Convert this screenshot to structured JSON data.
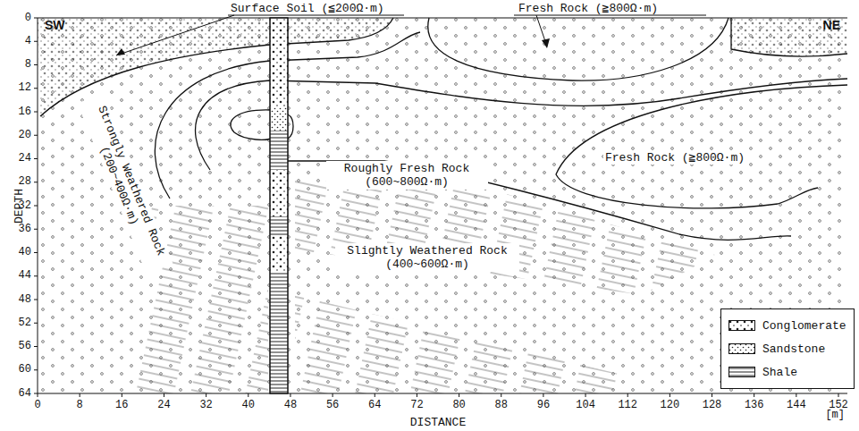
{
  "diagram": {
    "labels": [
      "SW",
      "NE",
      "Surface Soil (≦200Ω·m)",
      "Fresh Rock (≧800Ω·m)",
      "Roughly Fresh Rock (600~800Ω·m)",
      "Fresh Rock (≧800Ω·m)",
      "Strongly Weathered Rock (200~400Ω·m)",
      "Slightly Weathered Rock (400~600Ω·m)",
      "DEPTH",
      "DISTANCE",
      "[m]",
      "0",
      "4",
      "8",
      "12",
      "16",
      "20",
      "24",
      "28",
      "32",
      "36",
      "40",
      "44",
      "48",
      "52",
      "56",
      "60",
      "64",
      "0",
      "8",
      "16",
      "24",
      "32",
      "40",
      "48",
      "56",
      "64",
      "72",
      "80",
      "88",
      "96",
      "104",
      "112",
      "120",
      "128",
      "136",
      "144",
      "152"
    ],
    "legend": [
      {
        "text": "Conglomerate"
      },
      {
        "text": "Sandstone"
      },
      {
        "text": "Shale"
      }
    ]
  }
}
